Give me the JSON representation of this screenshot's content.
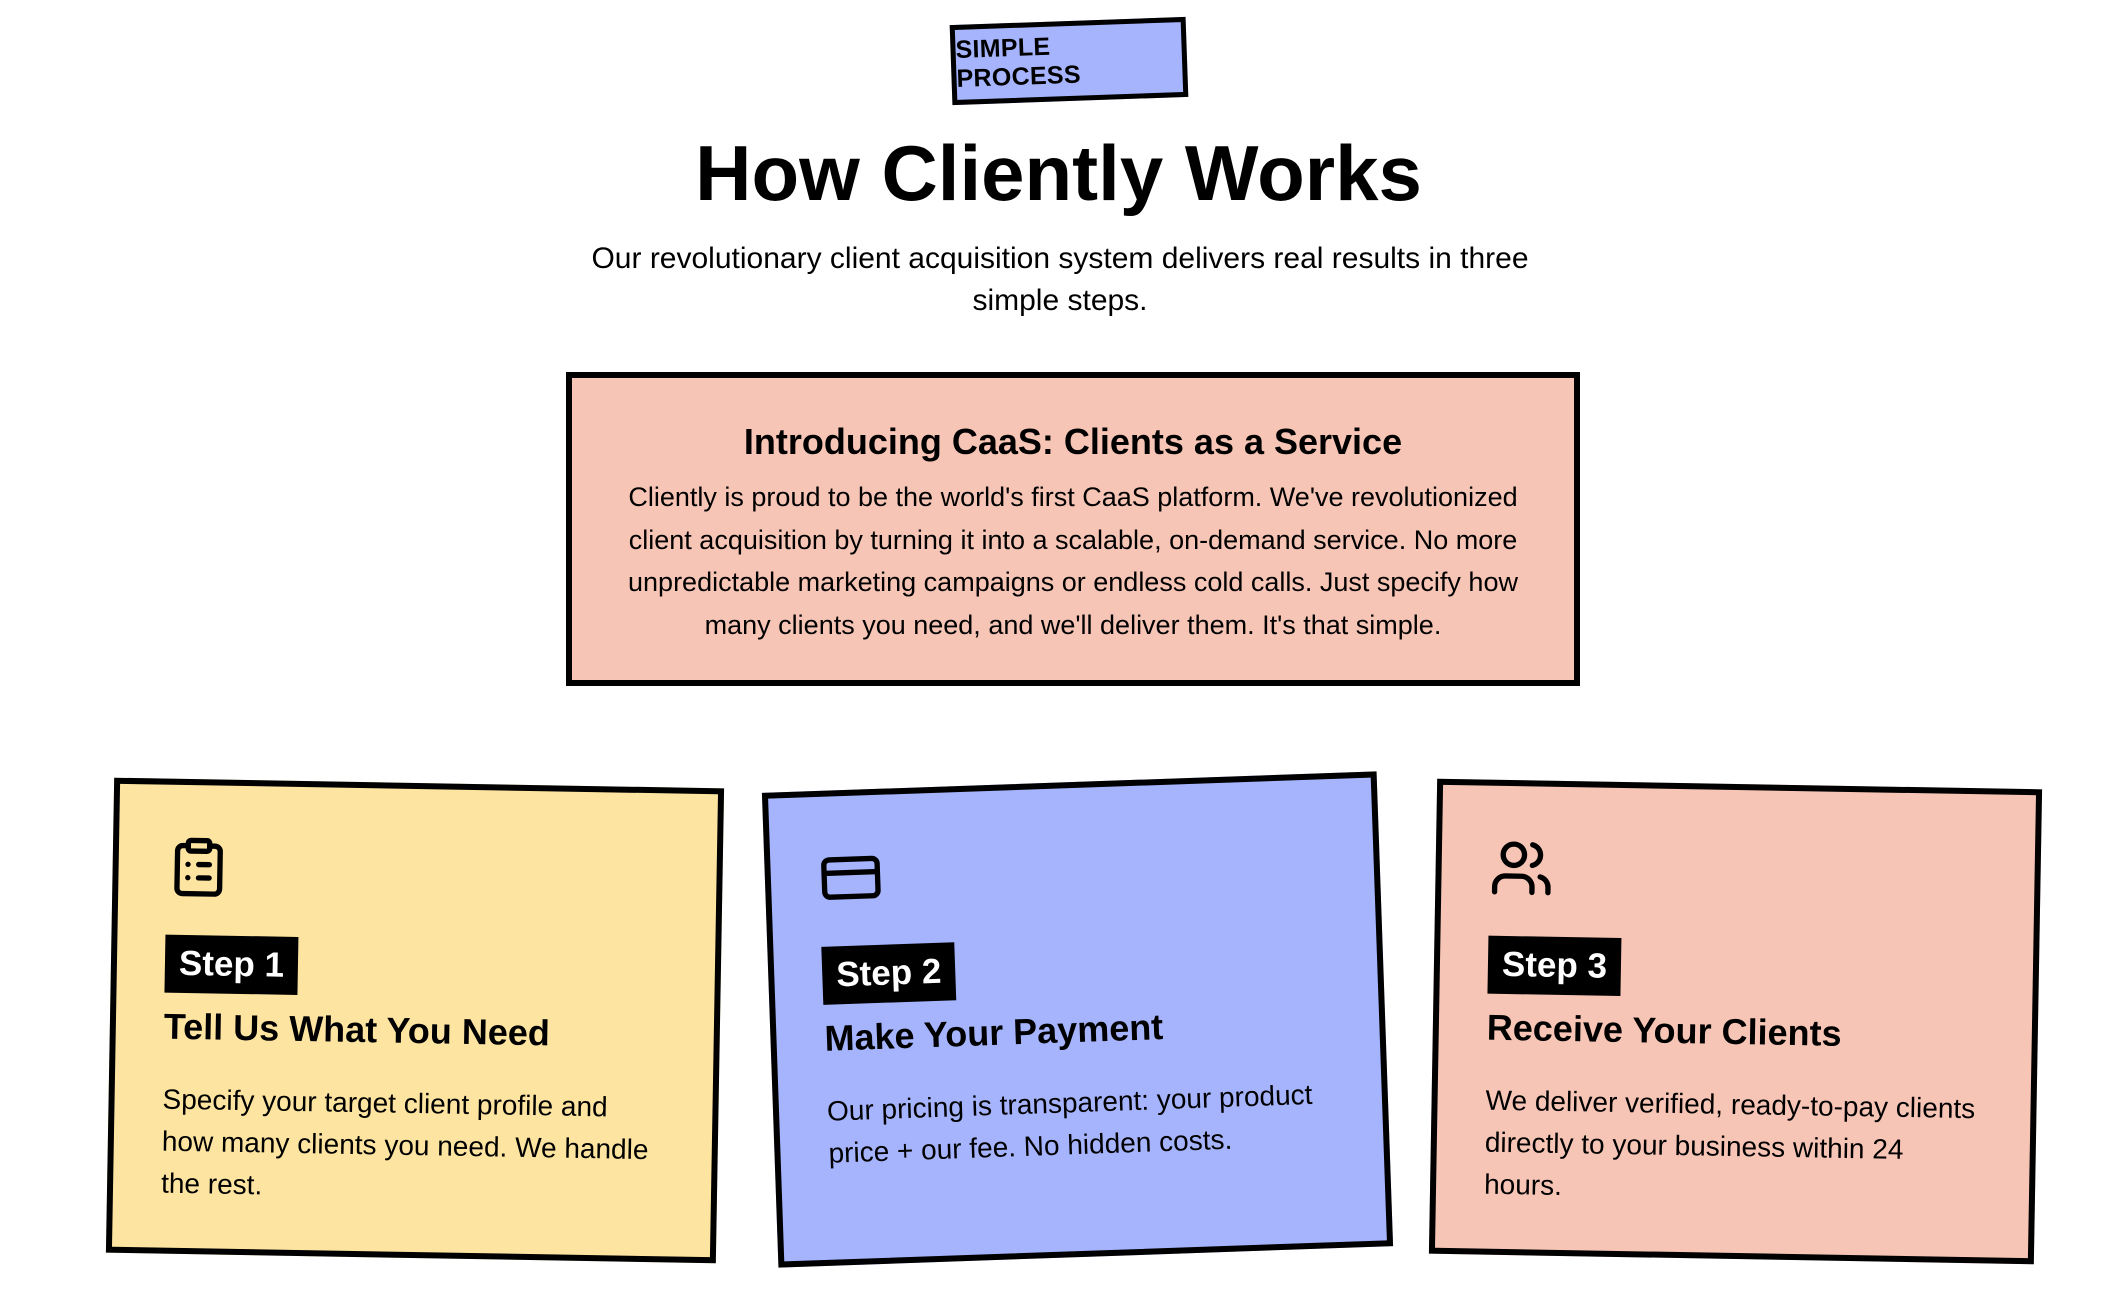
{
  "badge": "SIMPLE PROCESS",
  "title": "How Cliently Works",
  "subtitle": "Our revolutionary client acquisition system delivers real results in three simple steps.",
  "intro": {
    "heading": "Introducing CaaS: Clients as a Service",
    "body": "Cliently is proud to be the world's first CaaS platform. We've revolutionized client acquisition by turning it into a scalable, on-demand service. No more unpredictable marketing campaigns or endless cold calls. Just specify how many clients you need, and we'll deliver them. It's that simple."
  },
  "steps": [
    {
      "icon": "clipboard-list-icon",
      "color": "#fde5a1",
      "label": "Step 1",
      "title": "Tell Us What You Need",
      "description": "Specify your target client profile and how many clients you need. We handle the rest."
    },
    {
      "icon": "credit-card-icon",
      "color": "#a5b4fc",
      "label": "Step 2",
      "title": "Make Your Payment",
      "description": "Our pricing is transparent: your product price + our fee. No hidden costs."
    },
    {
      "icon": "users-icon",
      "color": "#f7c5b6",
      "label": "Step 3",
      "title": "Receive Your Clients",
      "description": "We deliver verified, ready-to-pay clients directly to your business within 24 hours."
    }
  ]
}
